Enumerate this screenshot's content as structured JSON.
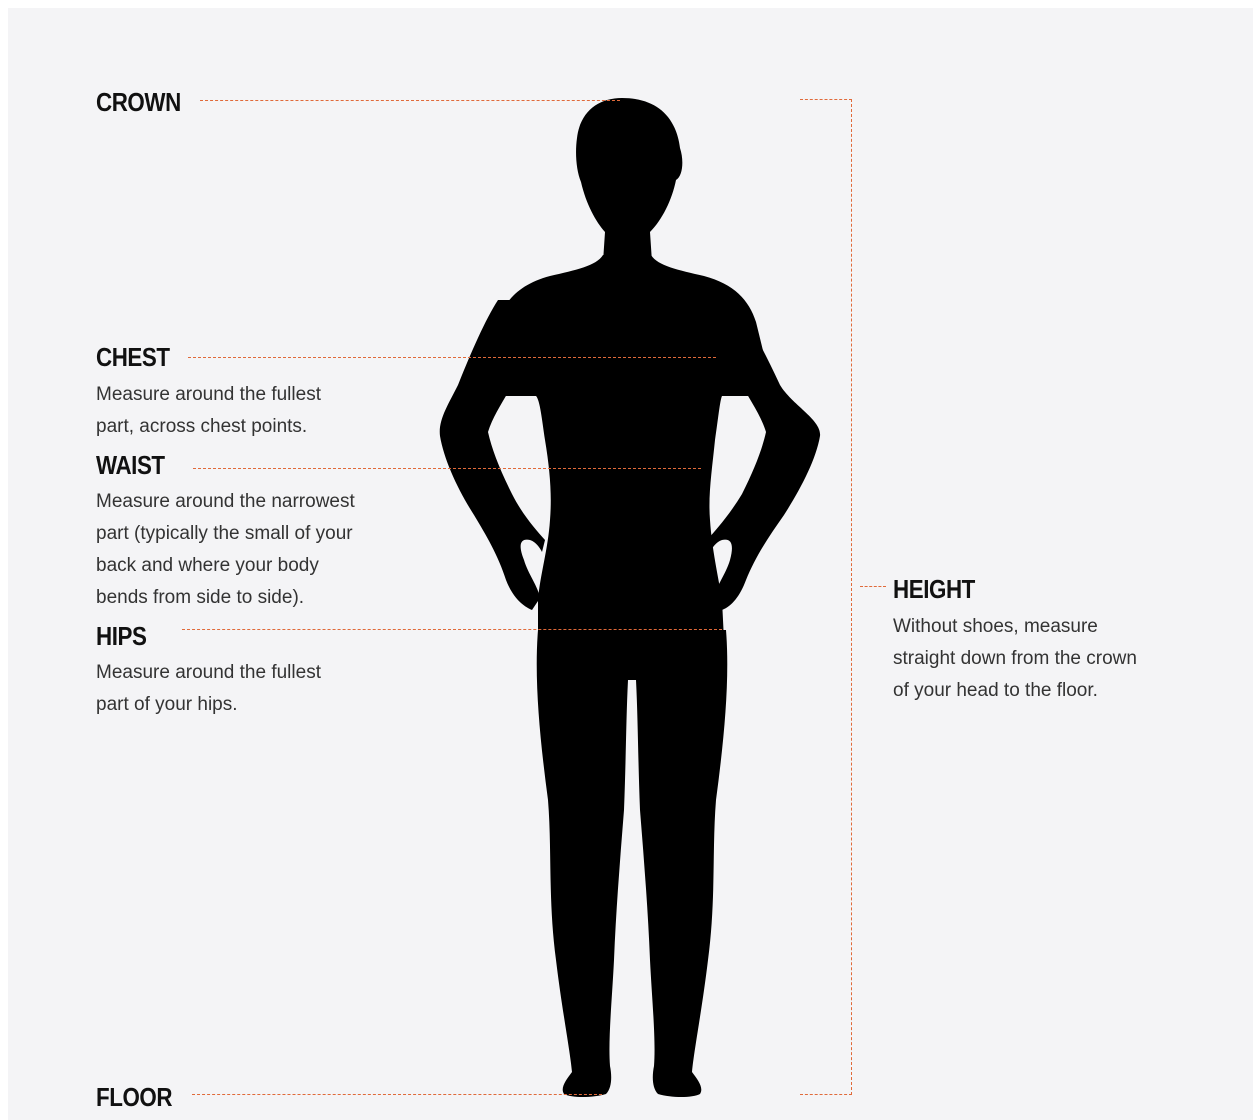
{
  "labels": {
    "crown": "CROWN",
    "chest": "CHEST",
    "waist": "WAIST",
    "hips": "HIPS",
    "floor": "FLOOR",
    "height": "HEIGHT"
  },
  "descriptions": {
    "chest": "Measure around the fullest\npart, across chest points.",
    "waist": "Measure around the narrowest\npart (typically the small of your\nback and where your body\nbends from side to side).",
    "hips": "Measure around the fullest\npart of your hips.",
    "height": "Without shoes, measure\nstraight down from the crown\nof your head to the floor."
  },
  "colors": {
    "background": "#f4f4f6",
    "guide_line": "#e06a3a",
    "silhouette": "#000000",
    "label_text": "#111111",
    "description_text": "#333333"
  }
}
